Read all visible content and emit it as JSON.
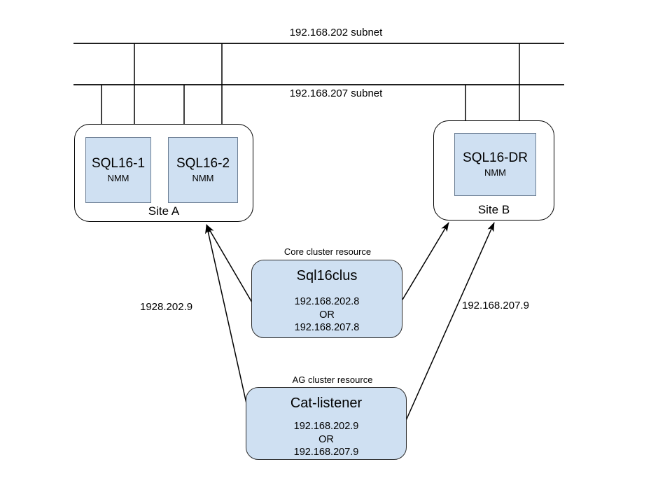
{
  "diagram": {
    "title": "SQL Server multi-subnet cluster topology",
    "colors": {
      "node_fill": "#cfe0f2",
      "node_stroke": "#6a7d93",
      "line": "#000000",
      "background": "#ffffff"
    }
  },
  "subnets": [
    {
      "label": "192.168.202 subnet",
      "name": "subnet-202"
    },
    {
      "label": "192.168.207 subnet",
      "name": "subnet-207"
    }
  ],
  "sites": [
    {
      "label": "Site A",
      "servers": [
        {
          "name": "SQL16-1",
          "sub": "NMM"
        },
        {
          "name": "SQL16-2",
          "sub": "NMM"
        }
      ]
    },
    {
      "label": "Site B",
      "servers": [
        {
          "name": "SQL16-DR",
          "sub": "NMM"
        }
      ]
    }
  ],
  "resources": [
    {
      "caption": "Core cluster resource",
      "title": "Sql16clus",
      "ip_primary": "192.168.202.8",
      "ip_or": "OR",
      "ip_secondary": "192.168.207.8"
    },
    {
      "caption": "AG cluster resource",
      "title": "Cat-listener",
      "ip_primary": "192.168.202.9",
      "ip_or": "OR",
      "ip_secondary": "192.168.207.9"
    }
  ],
  "edge_labels": [
    {
      "text": "1928.202.9",
      "name": "edge-label-site-a"
    },
    {
      "text": "192.168.207.9",
      "name": "edge-label-site-b"
    }
  ]
}
